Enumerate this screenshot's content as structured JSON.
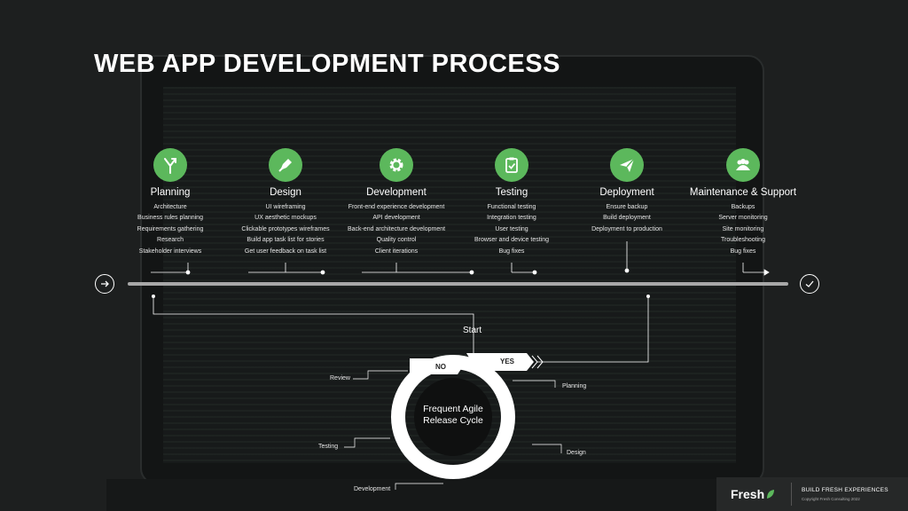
{
  "title": "WEB APP DEVELOPMENT PROCESS",
  "stages": [
    {
      "name": "Planning",
      "icon": "split-arrow-icon",
      "items": [
        "Architecture",
        "Business rules planning",
        "Requirements gathering",
        "Research",
        "Stakeholder interviews"
      ]
    },
    {
      "name": "Design",
      "icon": "pen-nib-icon",
      "items": [
        "UI wireframing",
        "UX aesthetic mockups",
        "Clickable prototypes wireframes",
        "Build app task list for stories",
        "Get user feedback on task list"
      ]
    },
    {
      "name": "Development",
      "icon": "gear-icon",
      "items": [
        "Front-end experience development",
        "API development",
        "Back-end architecture development",
        "Quality control",
        "Client iterations"
      ]
    },
    {
      "name": "Testing",
      "icon": "clipboard-check-icon",
      "items": [
        "Functional testing",
        "Integration testing",
        "User testing",
        "Browser and device testing",
        "Bug fixes"
      ]
    },
    {
      "name": "Deployment",
      "icon": "paper-plane-icon",
      "items": [
        "Ensure backup",
        "Build deployment",
        "Deployment to production"
      ]
    },
    {
      "name": "Maintenance & Support",
      "icon": "users-icon",
      "items": [
        "Backups",
        "Server monitoring",
        "Site monitoring",
        "Troubleshooting",
        "Bug fixes"
      ]
    }
  ],
  "cycle": {
    "start": "Start",
    "no": "NO",
    "yes": "YES",
    "center_line1": "Frequent Agile",
    "center_line2": "Release Cycle",
    "labels": {
      "review": "Review",
      "planning": "Planning",
      "testing": "Testing",
      "design": "Design",
      "development": "Development"
    }
  },
  "footer": {
    "brand": "Fresh",
    "tagline": "BUILD FRESH EXPERIENCES",
    "copyright": "Copyright Fresh Consulting 2022"
  },
  "colors": {
    "accent": "#5cb85c",
    "background": "#1d1f1f",
    "text": "#ffffff"
  }
}
